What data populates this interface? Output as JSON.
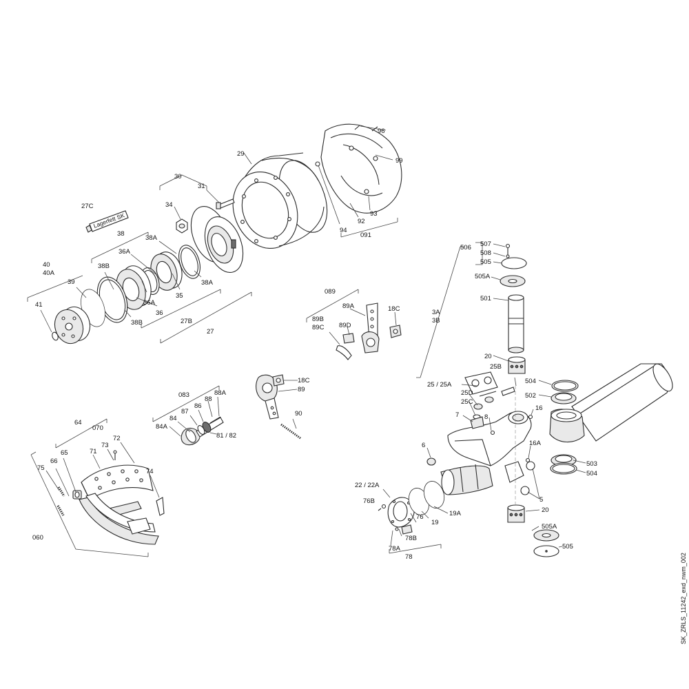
{
  "drawing_id": "SK_ZRLS_11242_exd_nwm_002",
  "grease_tube_text": "Lagerfett SK",
  "labels": {
    "l96": "96",
    "l99": "99",
    "l93": "93",
    "l92": "92",
    "l94": "94",
    "l091": "091",
    "l29": "29",
    "l30": "30",
    "l31": "31",
    "l34": "34",
    "l27C": "27C",
    "l38": "38",
    "l38A": "38A",
    "l38A2": "38A",
    "l36A": "36A",
    "l36A2": "36A",
    "l35": "35",
    "l36": "36",
    "l38B": "38B",
    "l38B2": "38B",
    "l27B": "27B",
    "l27": "27",
    "l40": "40",
    "l40A": "40A",
    "l39": "39",
    "l41": "41",
    "l089": "089",
    "l89A": "89A",
    "l89B": "89B",
    "l89C": "89C",
    "l89D": "89D",
    "l18C": "18C",
    "l18C2": "18C",
    "l89": "89",
    "l90": "90",
    "l083": "083",
    "l88A": "88A",
    "l88": "88",
    "l86": "86",
    "l87": "87",
    "l84": "84",
    "l84A": "84A",
    "l8182": "81 / 82",
    "l64": "64",
    "l070": "070",
    "l72": "72",
    "l73": "73",
    "l71": "71",
    "l65": "65",
    "l66": "66",
    "l75": "75",
    "l74": "74",
    "l060": "060",
    "l506": "506",
    "l507": "507",
    "l508": "508",
    "l505": "505",
    "l505A": "505A",
    "l501": "501",
    "l3A": "3A",
    "l3B": "3B",
    "l20": "20",
    "l25B": "25B",
    "l2525A": "25 / 25A",
    "l25D": "25D",
    "l25C": "25C",
    "l504": "504",
    "l502": "502",
    "l16": "16",
    "l7": "7",
    "l8": "8",
    "l6": "6",
    "l16A": "16A",
    "l503": "503",
    "l504b": "504",
    "l2222A": "22 / 22A",
    "l5": "5",
    "l76B": "76B",
    "l19A": "19A",
    "l19": "19",
    "l20b": "20",
    "l505Ab": "505A",
    "l505b": "505",
    "l76": "76",
    "l78B": "78B",
    "l78A": "78A",
    "l78": "78"
  }
}
